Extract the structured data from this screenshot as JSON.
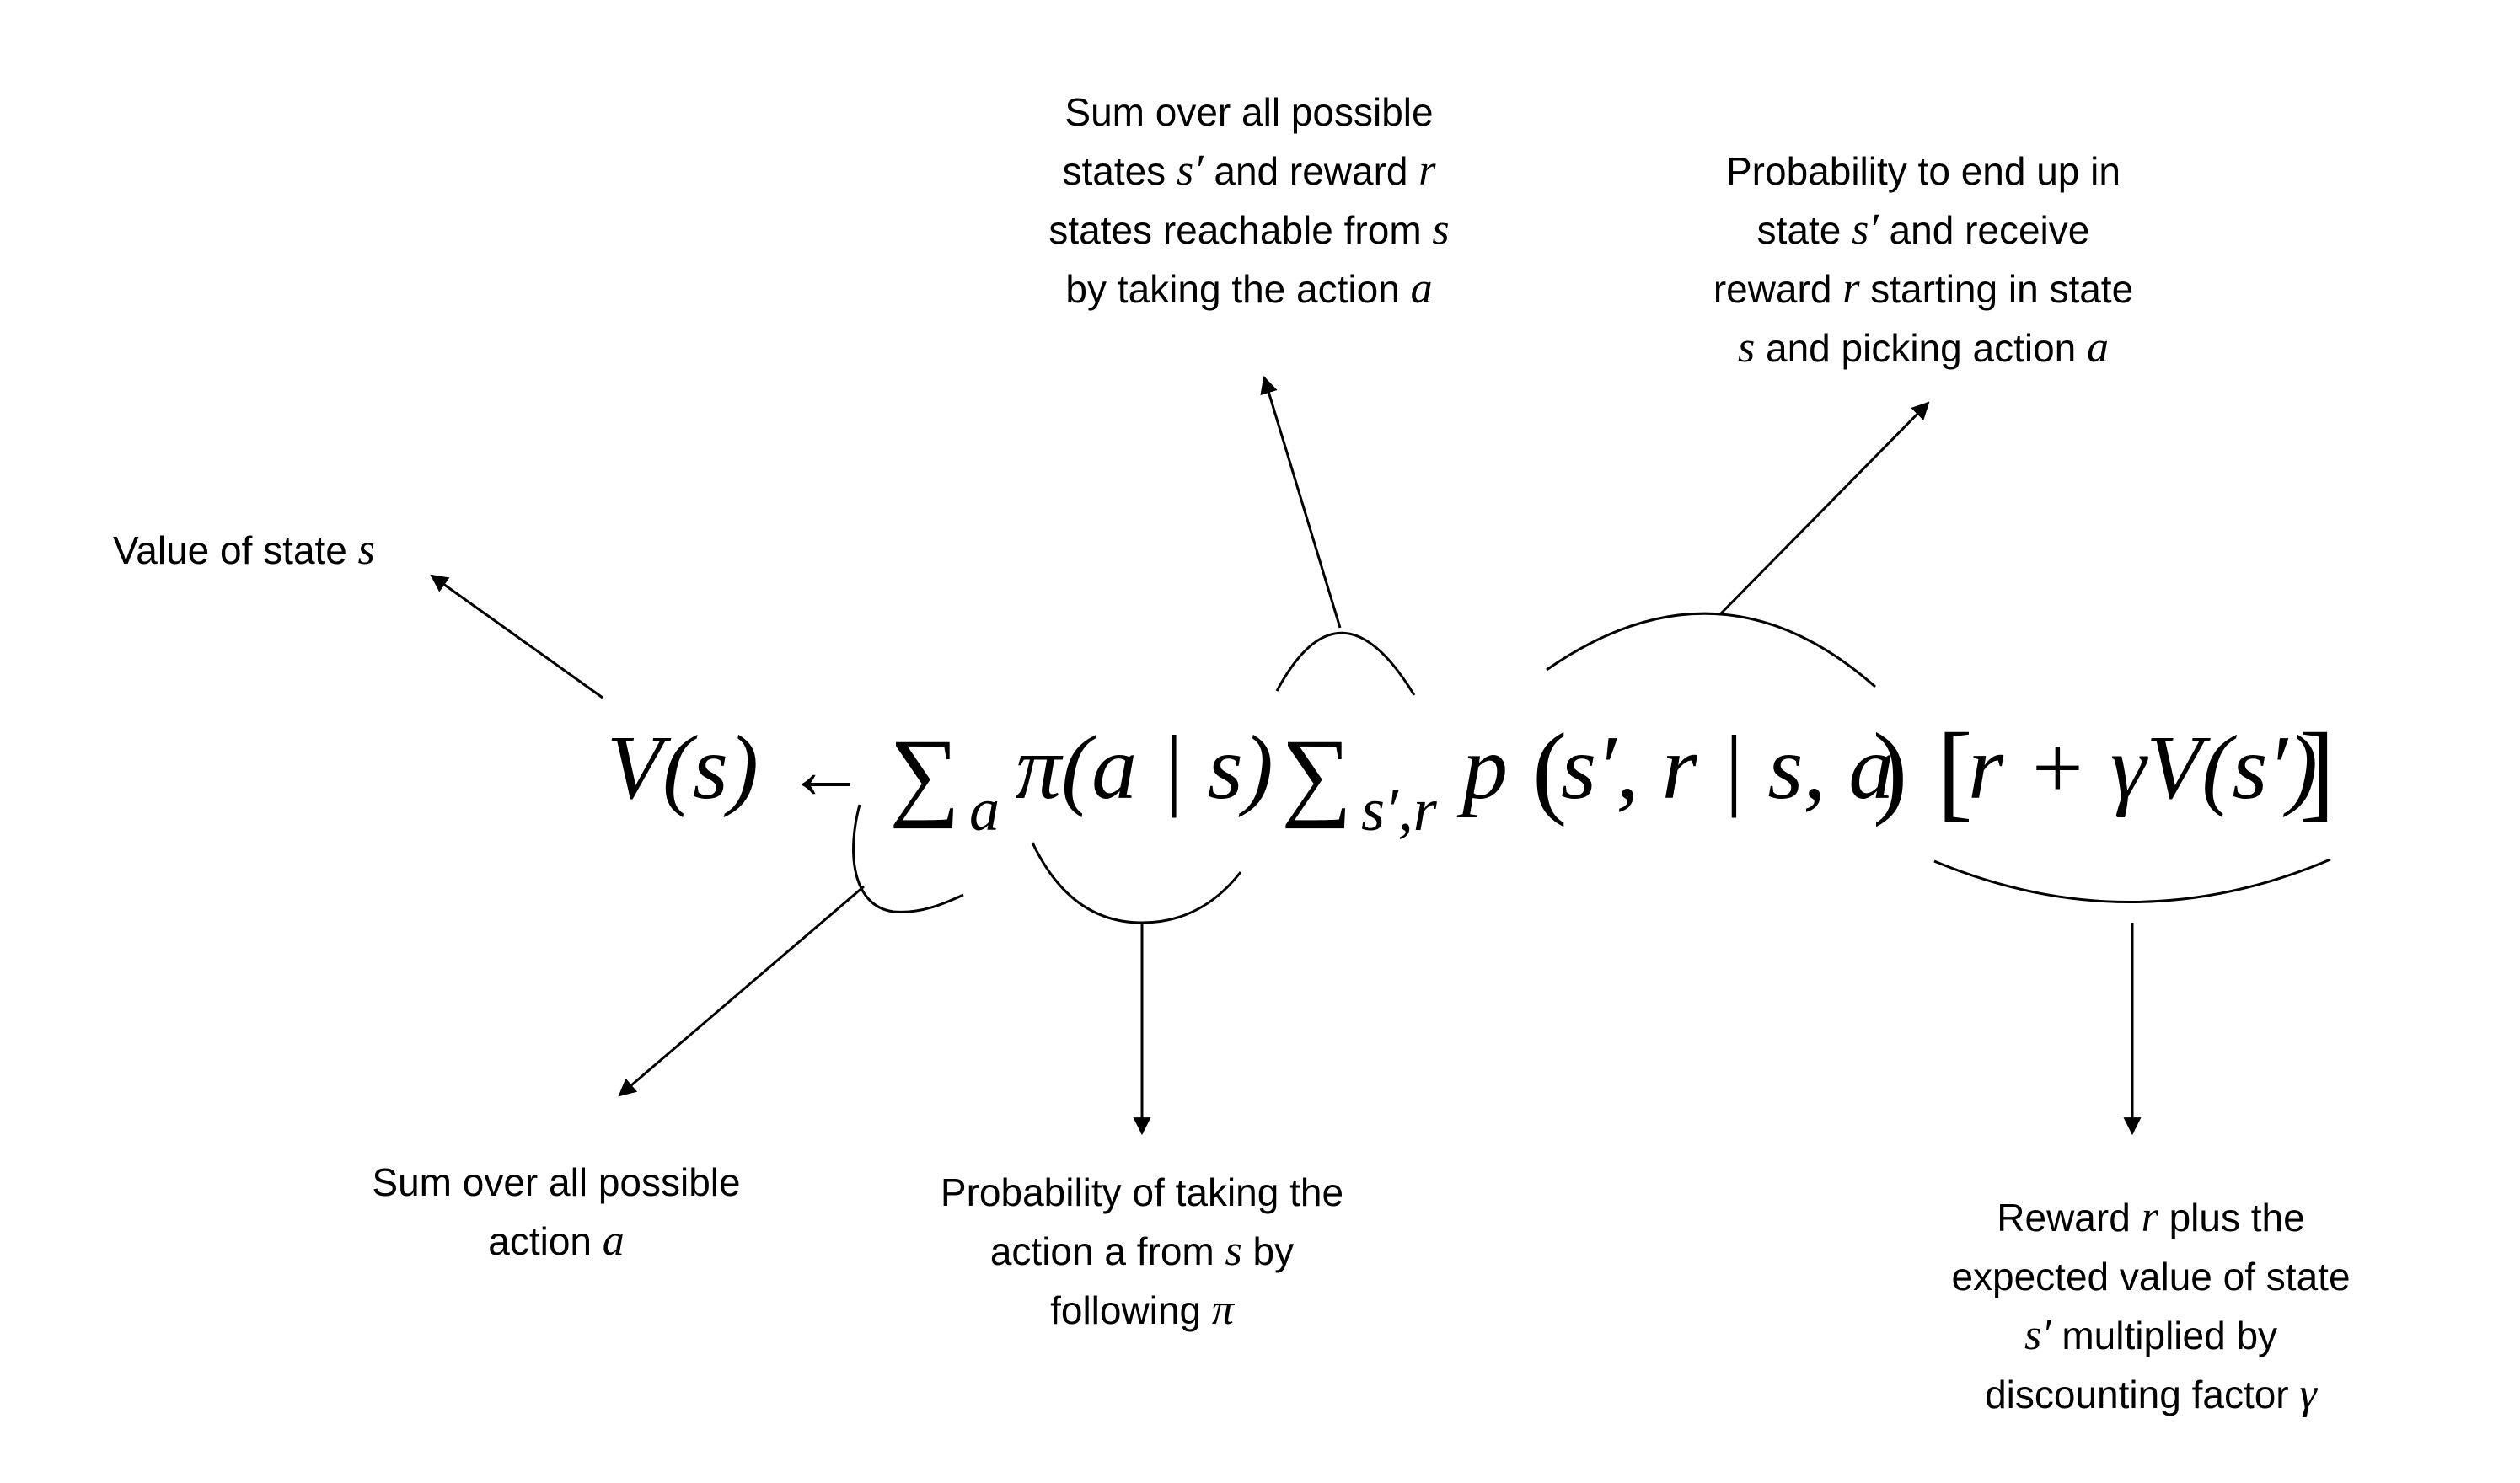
{
  "annotations": {
    "value_of_state": {
      "prefix": "Value of state ",
      "var": "s"
    },
    "sum_over_states": {
      "line1": "Sum over all possible",
      "line2_a": "states ",
      "line2_var1": "s′",
      "line2_b": " and reward ",
      "line2_var2": "r",
      "line3_a": "states reachable from ",
      "line3_var": "s",
      "line4_a": "by taking the action ",
      "line4_var": "a"
    },
    "transition_probability": {
      "line1": "Probability to end up in",
      "line2_a": "state ",
      "line2_var": "s′",
      "line2_b": " and receive",
      "line3_a": "reward ",
      "line3_var": "r",
      "line3_b": " starting in state",
      "line4_var": "s",
      "line4_b": " and picking action ",
      "line4_var2": "a"
    },
    "sum_over_actions": {
      "line1": "Sum over all possible",
      "line2_a": "action ",
      "line2_var": "a"
    },
    "policy_probability": {
      "line1": "Probability of taking the",
      "line2_a": "action a from ",
      "line2_var": "s",
      "line2_b": " by",
      "line3_a": "following ",
      "line3_var": "π"
    },
    "reward_plus_value": {
      "line1_a": "Reward ",
      "line1_var": "r",
      "line1_b": " plus the",
      "line2": "expected value of state",
      "line3_var": "s′",
      "line3_b": " multiplied by",
      "line4_a": "discounting factor ",
      "line4_var": "γ"
    }
  },
  "equation": {
    "lhs": "V(s)",
    "arrow": "←",
    "sum1_symbol": "∑",
    "sum1_sub": "a",
    "policy": "π(a | s)",
    "sum2_symbol": "∑",
    "sum2_sub": "s′,r",
    "prob_fn": "p",
    "prob_open": "(",
    "prob_args": "s′, r | s, a",
    "prob_close": ")",
    "bracket_open": "[",
    "bracket_body": "r + γV(s′)",
    "bracket_close": "]"
  }
}
